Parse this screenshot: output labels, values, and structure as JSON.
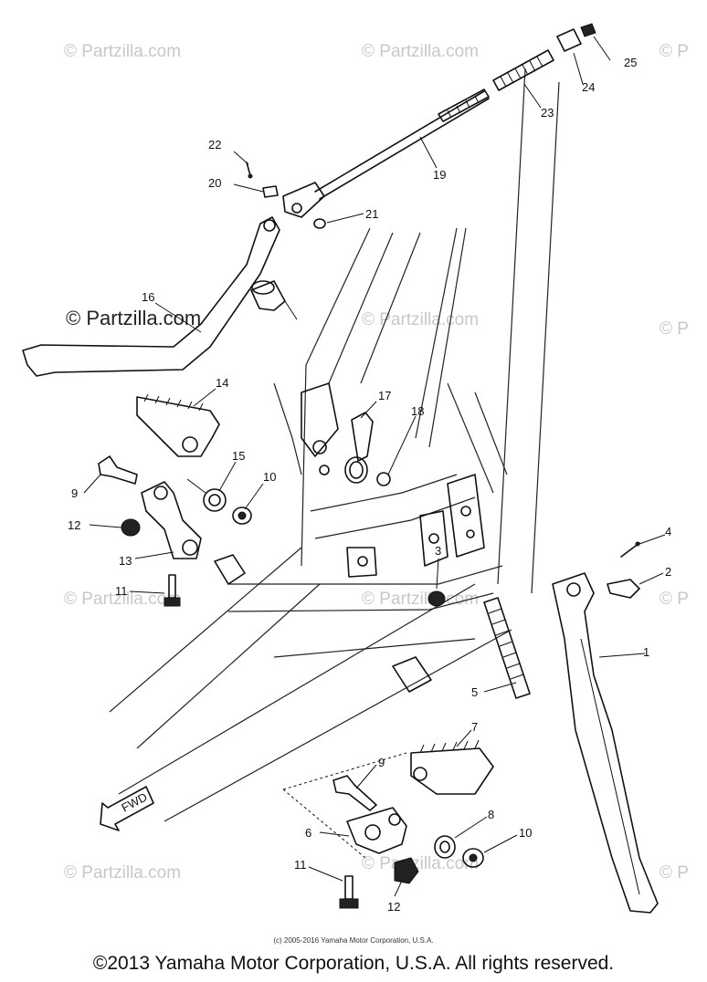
{
  "watermarks": {
    "text": "© Partzilla.com",
    "short": "© P",
    "prominent": "© Partzilla.com"
  },
  "fwd_label": "FWD",
  "callouts": {
    "c1": "1",
    "c2": "2",
    "c3": "3",
    "c4": "4",
    "c5": "5",
    "c6": "6",
    "c7": "7",
    "c8": "8",
    "c9a": "9",
    "c9b": "9",
    "c10a": "10",
    "c10b": "10",
    "c11a": "11",
    "c11b": "11",
    "c12a": "12",
    "c12b": "12",
    "c13": "13",
    "c14": "14",
    "c15": "15",
    "c16": "16",
    "c17": "17",
    "c18": "18",
    "c19": "19",
    "c20": "20",
    "c21": "21",
    "c22": "22",
    "c23": "23",
    "c24": "24",
    "c25": "25"
  },
  "copyright_small": "(c) 2005-2016 Yamaha Motor Corporation, U.S.A.",
  "copyright_main": "©2013 Yamaha Motor Corporation, U.S.A. All rights reserved."
}
